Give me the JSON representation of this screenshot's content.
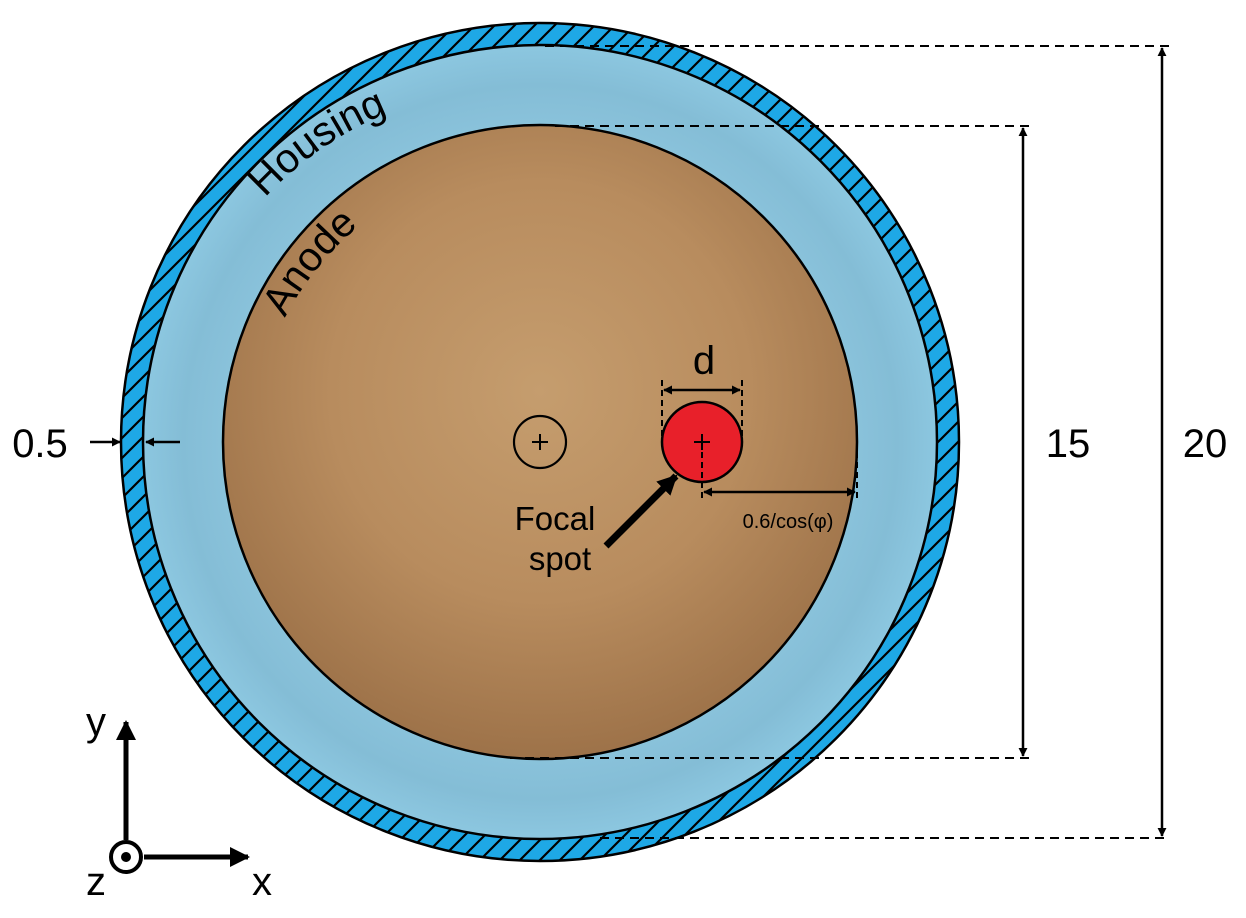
{
  "labels": {
    "housing": "Housing",
    "anode": "Anode",
    "focal_spot_line1": "Focal",
    "focal_spot_line2": "spot",
    "spot_diameter": "d",
    "spot_offset": "0.6/cos(φ)",
    "housing_thickness": "0.5",
    "anode_diameter": "15",
    "housing_diameter": "20",
    "axis_x": "x",
    "axis_y": "y",
    "axis_z": "z"
  },
  "colors": {
    "housing_shell": "#1ea8e6",
    "housing_interior": "#8cc4dc",
    "anode": "#b88a5c",
    "focal_spot": "#e8202a",
    "outline": "#000000"
  }
}
